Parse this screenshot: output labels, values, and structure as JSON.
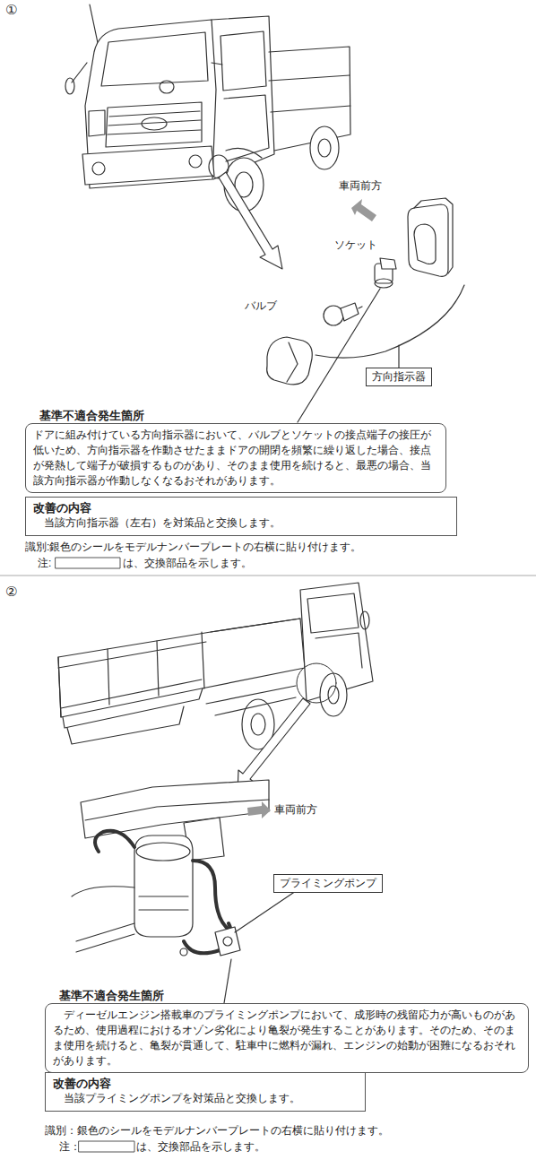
{
  "diagram": {
    "nodes": [
      {
        "text": [
          "方向指示器"
        ]
      },
      {
        "text": [
          "基準不適合発生箇所",
          "ドアに組み付けている方向指示器において、バルブとソケットの接点端子の接圧が低いため、方向指示器を作動させたままドアの開閉を頻繁に繰り返した場合、接点が発熱して端子が破損するものがあり、そのまま使用を続けると、最悪の場合、当該方向指示器が作動しなくなるおそれがあります。"
        ]
      },
      {
        "text": [
          "改善の内容",
          "当該方向指示器（左右）を対策品と交換します。"
        ]
      },
      {
        "text": [
          "プライミングポンプ"
        ]
      },
      {
        "text": [
          "基準不適合発生箇所",
          "ディーゼルエンジン搭載車のプライミングポンプにおいて、成形時の残留応力が高いものがあるため、使用過程におけるオゾン劣化により亀裂が発生することがあります。そのため、そのまま使用を続けると、亀裂が貫通して、駐車中に燃料が漏れ、エンジンの始動が困難になるおそれがあります。"
        ]
      },
      {
        "text": [
          "改善の内容",
          "当該プライミングポンプを対策品と交換します。"
        ]
      }
    ],
    "labels": [
      "①",
      "車両前方",
      "ソケット",
      "バルブ",
      "識別:銀色のシールをモデルナンバープレートの右横に貼り付けます。",
      "注:",
      "は、交換部品を示します。",
      "②",
      "車両前方",
      "識別：銀色のシールをモデルナンバープレートの右横に貼り付けます。",
      "注：",
      "は、交換部品を示します。"
    ]
  }
}
